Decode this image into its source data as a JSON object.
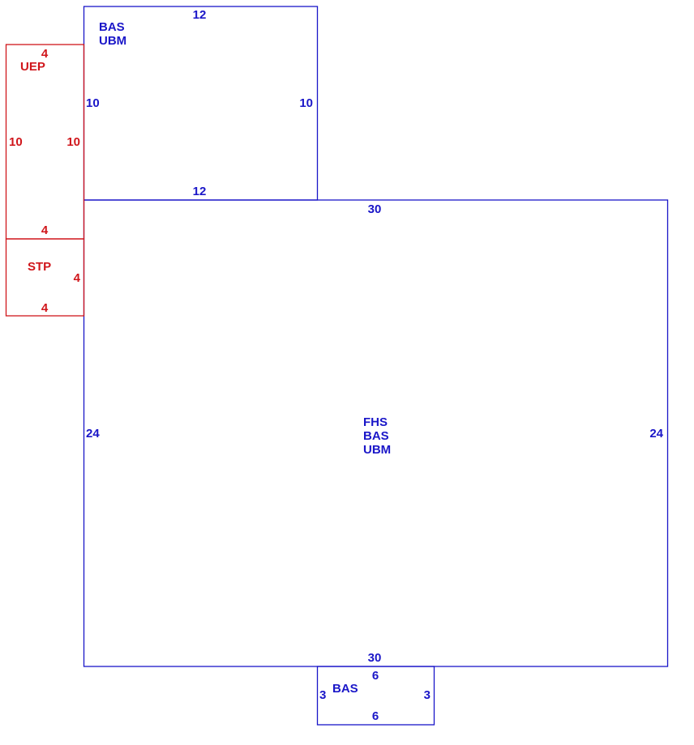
{
  "colors": {
    "building": "#1a16c8",
    "porch": "#d0161b"
  },
  "sections": {
    "upper": {
      "codes": [
        "BAS",
        "UBM"
      ],
      "dims": {
        "top": "12",
        "bottom": "12",
        "left": "10",
        "right": "10"
      }
    },
    "main": {
      "codes": [
        "FHS",
        "BAS",
        "UBM"
      ],
      "dims": {
        "top": "30",
        "bottom": "30",
        "left": "24",
        "right": "24"
      }
    },
    "bay": {
      "codes": [
        "BAS"
      ],
      "dims": {
        "top": "6",
        "bottom": "6",
        "left": "3",
        "right": "3"
      }
    },
    "uep": {
      "codes": [
        "UEP"
      ],
      "dims": {
        "top": "4",
        "bottom": "4",
        "left": "10",
        "right": "10"
      }
    },
    "stp": {
      "codes": [
        "STP"
      ],
      "dims": {
        "right": "4",
        "bottom": "4"
      }
    }
  }
}
